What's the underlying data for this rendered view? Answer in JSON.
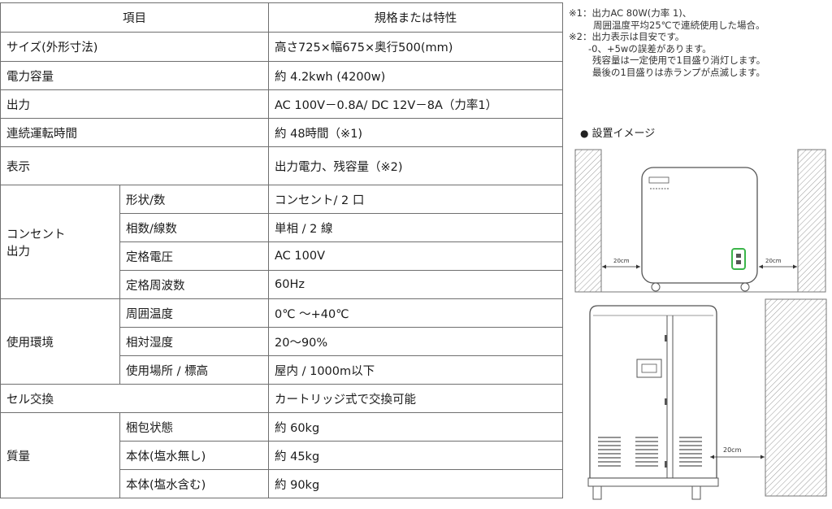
{
  "table": {
    "header": {
      "item": "項目",
      "spec": "規格または特性"
    },
    "rows": [
      {
        "label": "サイズ(外形寸法)",
        "value": "高さ725×幅675×奥行500(mm)"
      },
      {
        "label": "電力容量",
        "value": "約 4.2kwh (4200w)"
      },
      {
        "label": "出力",
        "value": "AC 100V－0.8A/ DC 12V－8A（力率1）"
      },
      {
        "label": "連続運転時間",
        "value": "約 48時間（※1)"
      },
      {
        "label": "表示",
        "value": "出力電力、残容量（※2)"
      }
    ],
    "outlet": {
      "label_line1": "コンセント",
      "label_line2": "出力",
      "rows": [
        {
          "label": "形状/数",
          "value": "コンセント/ 2 口"
        },
        {
          "label": "相数/線数",
          "value": "単相 / 2 線"
        },
        {
          "label": "定格電圧",
          "value": "AC 100V"
        },
        {
          "label": "定格周波数",
          "value": "60Hz"
        }
      ]
    },
    "env": {
      "label": "使用環境",
      "rows": [
        {
          "label": "周囲温度",
          "value": "0℃ ～+40℃"
        },
        {
          "label": "相対湿度",
          "value": "20～90%"
        },
        {
          "label": "使用場所 / 標高",
          "value": "屋内 / 1000m以下"
        }
      ]
    },
    "cell": {
      "label": "セル交換",
      "value": "カートリッジ式で交換可能"
    },
    "mass": {
      "label": "質量",
      "rows": [
        {
          "label": "梱包状態",
          "value": "約 60kg"
        },
        {
          "label": "本体(塩水無し)",
          "value": "約 45kg"
        },
        {
          "label": "本体(塩水含む)",
          "value": "約 90kg"
        }
      ]
    }
  },
  "notes": {
    "n1_line1": "※1：出力AC 80W(力率 1)、",
    "n1_line2": "周囲温度平均25℃で連続使用した場合。",
    "n2_line1": "※2：出力表示は目安です。",
    "n2_line2": "-0、+5wの誤差があります。",
    "n2_line3": "残容量は一定使用で1目盛り消灯します。",
    "n2_line4": "最後の1目盛りは赤ランプが点滅します。"
  },
  "image_section": {
    "title": "設置イメージ",
    "bullet": "●",
    "front_clearance": "20cm",
    "side_clearance": "20cm"
  },
  "colors": {
    "border": "#6f6f6f",
    "outlet_highlight": "#3bb54a",
    "wall_hatch": "#9a9a9a"
  }
}
